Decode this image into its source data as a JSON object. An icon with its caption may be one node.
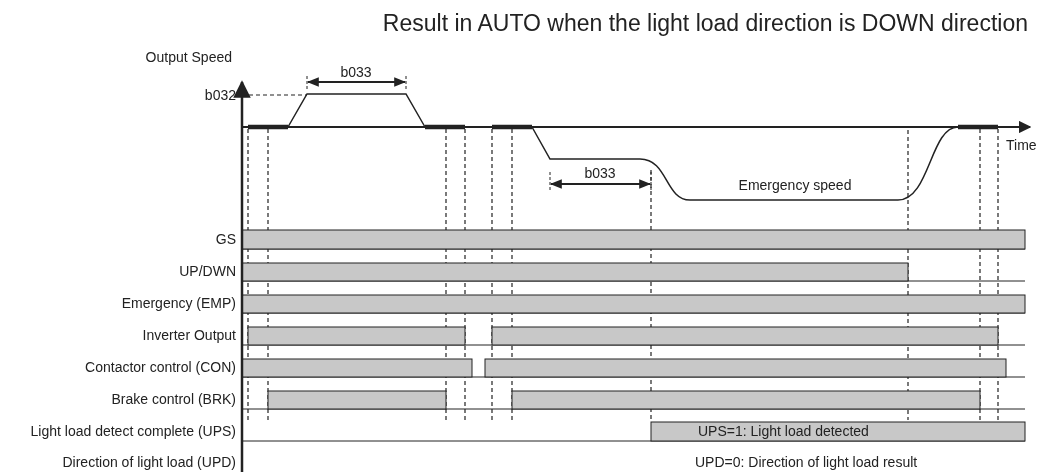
{
  "diagram": {
    "title": "Result in AUTO when the light load direction is DOWN direction",
    "labels": [
      "Output Speed",
      "b033",
      "b032",
      "Time",
      "b033",
      "Emergency speed",
      "GS",
      "UP/DWN",
      "Emergency (EMP)",
      "Inverter Output",
      "Contactor control (CON)",
      "Brake control (BRK)",
      "Light load detect complete (UPS)",
      "UPS=1: Light load detected",
      "Direction of light load (UPD)",
      "UPD=0: Direction of light load result"
    ]
  }
}
